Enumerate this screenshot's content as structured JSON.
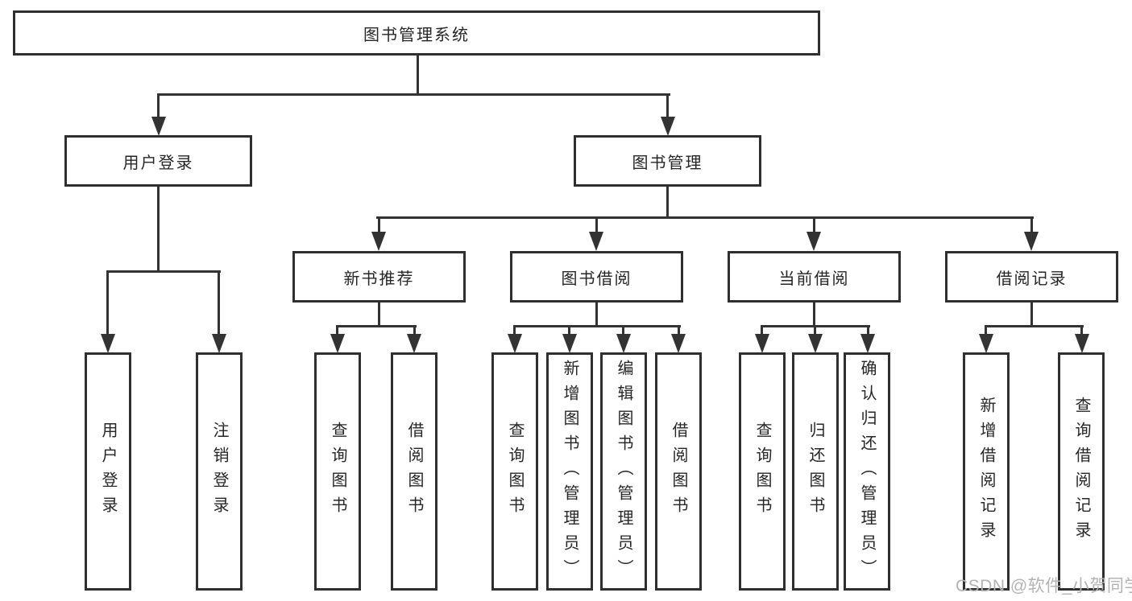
{
  "tree": {
    "root": {
      "label": "图书管理系统",
      "children": [
        {
          "label": "用户登录",
          "children": [
            {
              "label": "用户登录"
            },
            {
              "label": "注销登录"
            }
          ]
        },
        {
          "label": "图书管理",
          "children": [
            {
              "label": "新书推荐",
              "children": [
                {
                  "label": "查询图书"
                },
                {
                  "label": "借阅图书"
                }
              ]
            },
            {
              "label": "图书借阅",
              "children": [
                {
                  "label": "查询图书"
                },
                {
                  "label": "新增图书（管理员）"
                },
                {
                  "label": "编辑图书（管理员）"
                },
                {
                  "label": "借阅图书"
                }
              ]
            },
            {
              "label": "当前借阅",
              "children": [
                {
                  "label": "查询图书"
                },
                {
                  "label": "归还图书"
                },
                {
                  "label": "确认归还（管理员）"
                }
              ]
            },
            {
              "label": "借阅记录",
              "children": [
                {
                  "label": "新增借阅记录"
                },
                {
                  "label": "查询借阅记录"
                }
              ]
            }
          ]
        }
      ]
    }
  },
  "watermark": {
    "text": "CSDN @软件_小贺同学",
    "color": "#b3b3b3"
  },
  "colors": {
    "line": "#333333",
    "box_border": "#2f2f2f",
    "text": "#262626",
    "background": "#ffffff"
  }
}
